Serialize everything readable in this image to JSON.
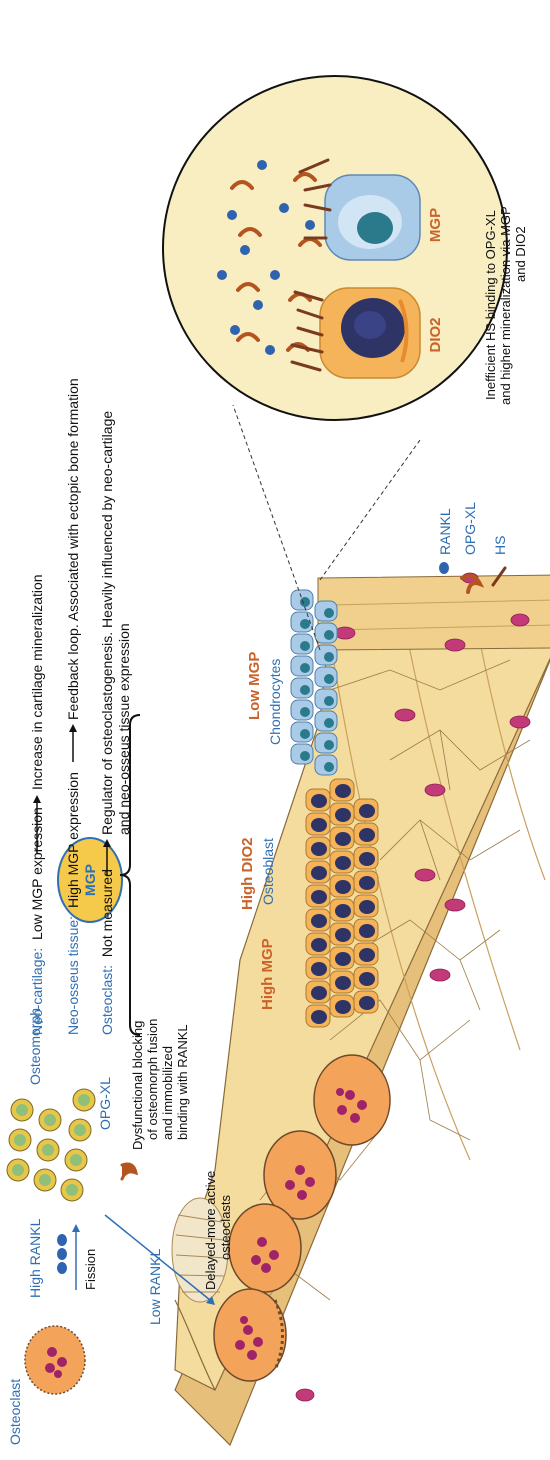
{
  "mgp_box": {
    "title": "MGP",
    "neo_cartilage_label": "Neo-cartilage:",
    "neo_cartilage_value": "Low MGP expression",
    "neo_cartilage_result": "Increase in cartilage mineralization",
    "neo_osseus_label": "Neo-osseus tissue:",
    "neo_osseus_value": "High MGP expression",
    "neo_osseus_result": "Feedback loop. Associated with ectopic bone formation",
    "osteoclast_label": "Osteoclast:",
    "osteoclast_value": "Not measured",
    "osteoclast_result_line1": "Regulator of osteoclastogenesis. Heavily influenced by neo-cartilage",
    "osteoclast_result_line2": "and neo-osseus tissue expression"
  },
  "left_panel": {
    "osteoclast": "Osteoclast",
    "high_rankl": "High RANKL",
    "fission": "Fission",
    "osteomorph": "Osteomorph",
    "opg_xl": "OPG-XL",
    "blocking_line1": "Dysfunctional blocking",
    "blocking_line2": "of osteomorph fusion",
    "blocking_line3": "and immobilized",
    "blocking_line4": "binding with RANKL",
    "low_rankl": "Low RANKL",
    "delayed_line1": "Delayed-more active",
    "delayed_line2": "osteoclasts"
  },
  "tissue_labels": {
    "high_mgp": "High MGP",
    "high_dio2": "High DIO2",
    "osteoblast": "Osteoblast",
    "low_mgp": "Low MGP",
    "chondrocytes": "Chondrocytes"
  },
  "zoom": {
    "dio2": "DIO2",
    "mgp": "MGP",
    "note_line1": "Inefficient HS binding to OPG-XL",
    "note_line2": "and higher mineralization via MGP",
    "note_line3": "and DIO2"
  },
  "legend": {
    "rankl": "RANKL",
    "opg_xl": "OPG-XL",
    "hs": "HS"
  },
  "colors": {
    "blue_text": "#2f6fb3",
    "orange_text": "#c9632a",
    "mgp_circle": "#f5c94a",
    "zoom_fill": "#f8eec2",
    "bone_fill": "#f4dc9e",
    "osteoblast_nucleus": "#2e3465",
    "chondrocyte": "#a9cbe8",
    "rankl_dot": "#2f63b0",
    "opg": "#b4541e",
    "osteocyte": "#c23a78"
  }
}
